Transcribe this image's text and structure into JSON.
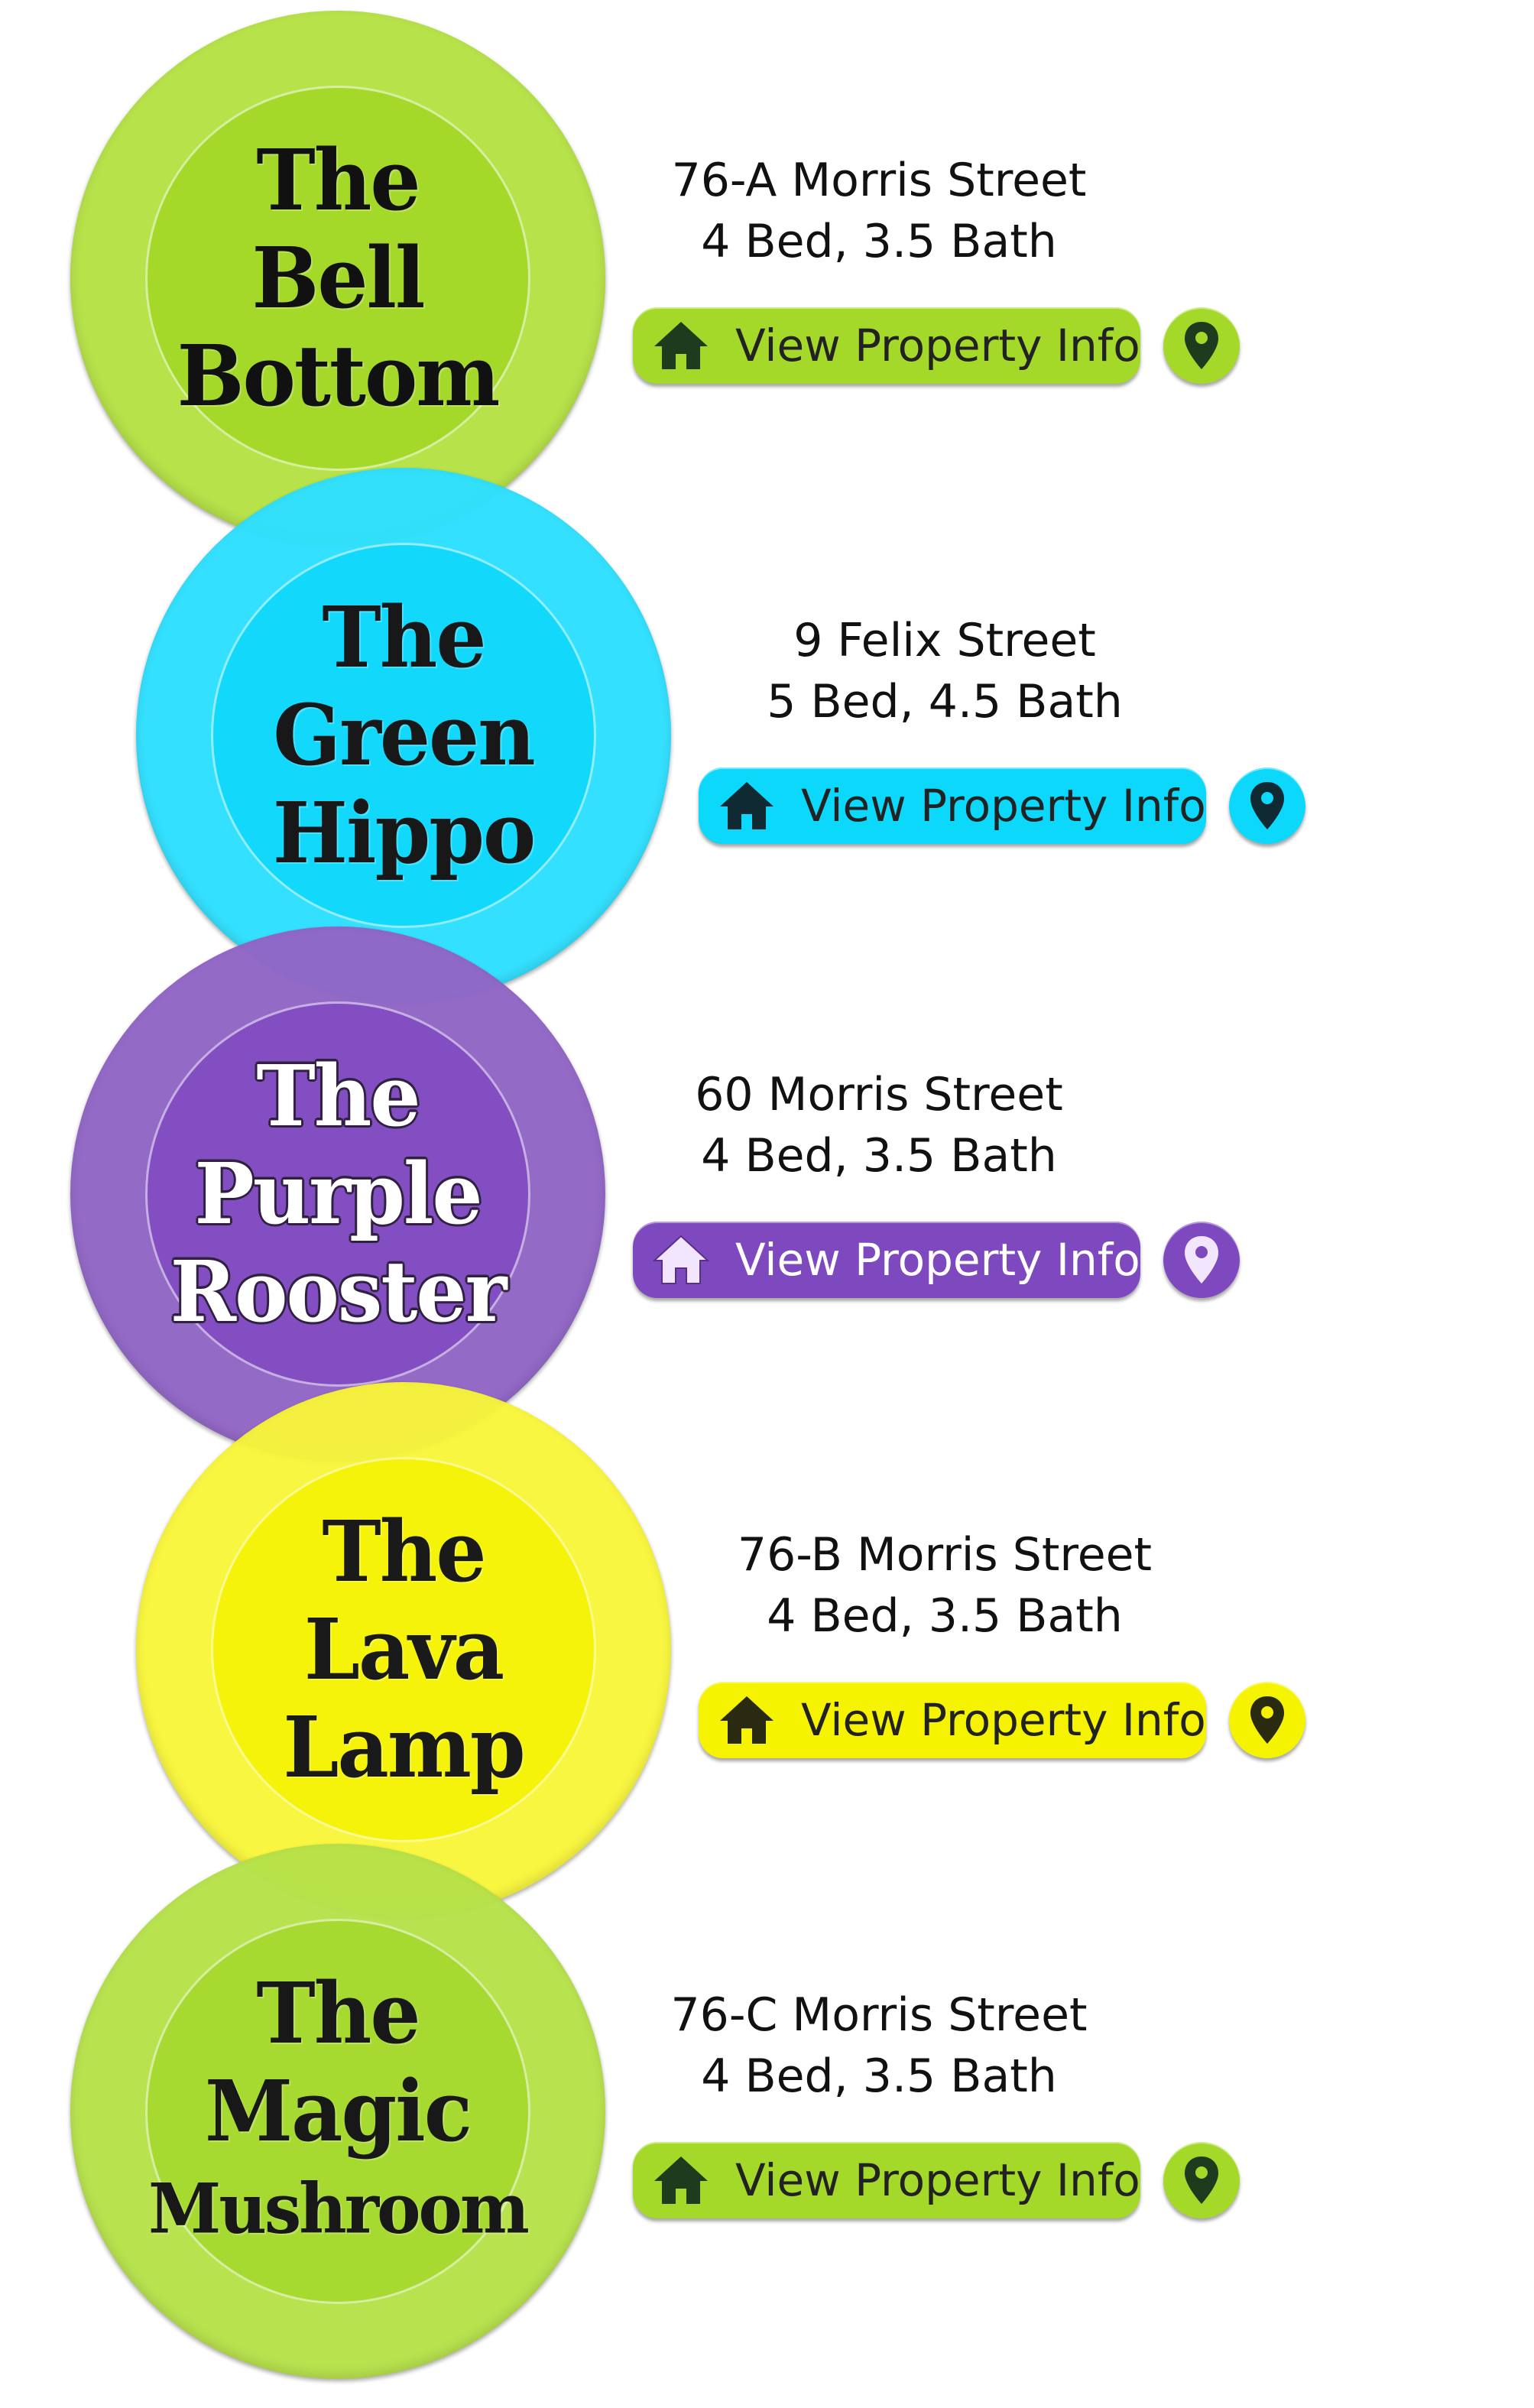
{
  "colors": {
    "green": "#b7e24a",
    "green_inner": "#a4d92a",
    "cyan": "#2ee0ff",
    "cyan_inner": "#0bd8fb",
    "purple": "#9166c6",
    "purple_inner": "#7e49bf",
    "yellow": "#f9f63a",
    "yellow_inner": "#f5f300"
  },
  "button_label": "View Property Info",
  "properties": [
    {
      "name_lines": [
        "The",
        "Bell",
        "Bottom"
      ],
      "address": "76-A Morris Street",
      "details": "4 Bed, 3.5 Bath",
      "button_label": "View Property Info",
      "icons": [
        "home-icon",
        "map-pin-icon"
      ]
    },
    {
      "name_lines": [
        "The",
        "Green",
        "Hippo"
      ],
      "address": "9 Felix Street",
      "details": "5 Bed, 4.5 Bath",
      "button_label": "View Property Info",
      "icons": [
        "home-icon",
        "map-pin-icon"
      ]
    },
    {
      "name_lines": [
        "The",
        "Purple",
        "Rooster"
      ],
      "address": "60 Morris Street",
      "details": "4 Bed, 3.5 Bath",
      "button_label": "View Property Info",
      "icons": [
        "home-icon",
        "map-pin-icon"
      ]
    },
    {
      "name_lines": [
        "The",
        "Lava",
        "Lamp"
      ],
      "address": "76-B Morris Street",
      "details": "4 Bed, 3.5 Bath",
      "button_label": "View Property Info",
      "icons": [
        "home-icon",
        "map-pin-icon"
      ]
    },
    {
      "name_lines": [
        "The",
        "Magic",
        "Mushroom"
      ],
      "address": "76-C Morris Street",
      "details": "4 Bed, 3.5 Bath",
      "button_label": "View Property Info",
      "icons": [
        "home-icon",
        "map-pin-icon"
      ]
    }
  ]
}
